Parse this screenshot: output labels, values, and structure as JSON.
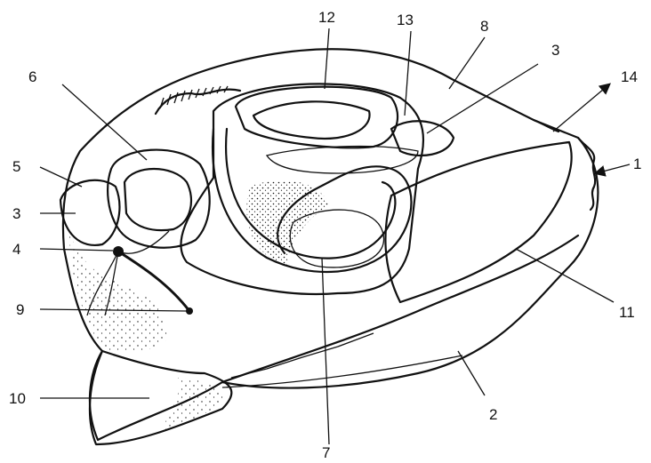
{
  "figure": {
    "labels": [
      {
        "id": "1",
        "text": "1"
      },
      {
        "id": "2",
        "text": "2"
      },
      {
        "id": "3a",
        "text": "3"
      },
      {
        "id": "3b",
        "text": "3"
      },
      {
        "id": "4",
        "text": "4"
      },
      {
        "id": "5",
        "text": "5"
      },
      {
        "id": "6",
        "text": "6"
      },
      {
        "id": "7",
        "text": "7"
      },
      {
        "id": "8",
        "text": "8"
      },
      {
        "id": "9",
        "text": "9"
      },
      {
        "id": "10",
        "text": "10"
      },
      {
        "id": "11",
        "text": "11"
      },
      {
        "id": "12",
        "text": "12"
      },
      {
        "id": "13",
        "text": "13"
      },
      {
        "id": "14",
        "text": "14"
      }
    ]
  },
  "colors": {
    "ink": "#111111",
    "background": "#ffffff"
  }
}
